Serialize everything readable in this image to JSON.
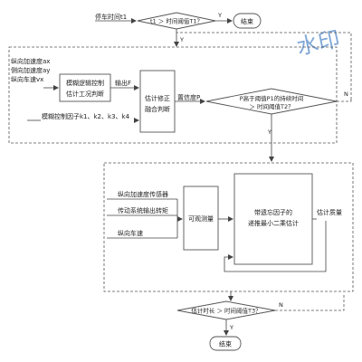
{
  "nodes": {
    "park_time": "停车时间t1",
    "decision_t1": "t1 ＞ 时间阈值T1？",
    "end_top": "结束",
    "inputs": [
      "纵向加速度ax",
      "侧向加速度ay",
      "纵向车速vx"
    ],
    "fuzzy_line1": "模糊逻辑控制",
    "fuzzy_line2": "估计工况判断",
    "output_f": "输出F",
    "fusion_line1": "估计修正",
    "fusion_line2": "融合判断",
    "confidence": "置信度P",
    "decision_p_line1": "P高于阈值P1的持续时间",
    "decision_p_line2": "＞ 时间阈值T2？",
    "control_factor": "模糊控制因子k1、k2、k3、k4",
    "sensor_inputs": [
      "纵向加速度传感器",
      "传动系统输出转矩",
      "纵向车速"
    ],
    "observer": "可观测量",
    "rls_line1": "带遗忘因子的",
    "rls_line2": "递推最小二乘估计",
    "mass_estimate": "估计质量",
    "decision_t3": "估计时长 ＞ 时间阈值T3？",
    "end_bottom": "结束"
  },
  "labels": {
    "yes": "Y",
    "no": "N"
  },
  "watermark": "水印"
}
